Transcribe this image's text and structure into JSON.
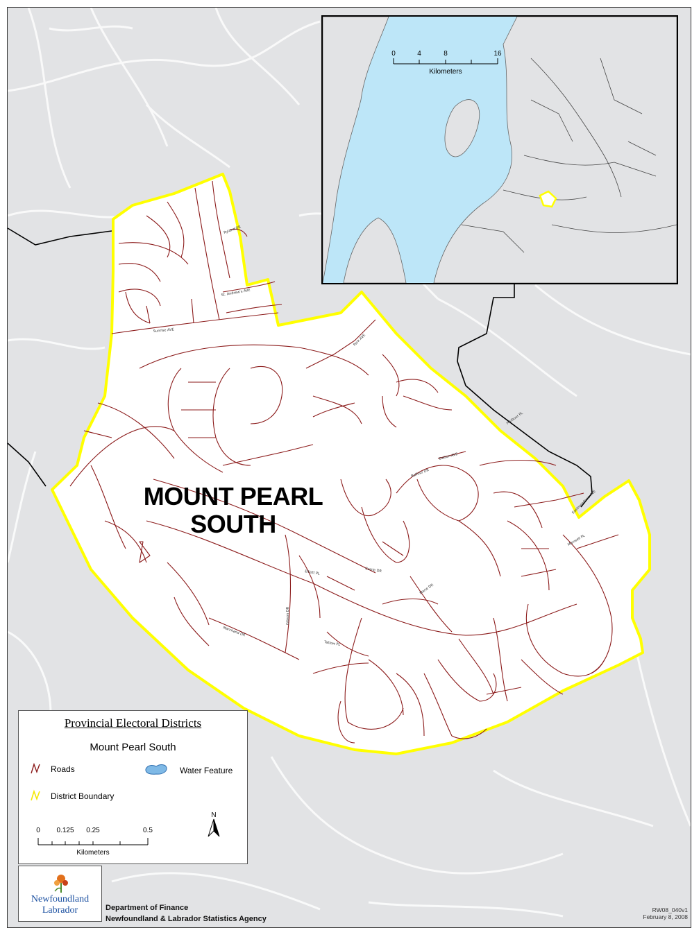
{
  "district_name_line1": "MOUNT PEARL",
  "district_name_line2": "SOUTH",
  "inset": {
    "scale_ticks": [
      "0",
      "4",
      "8",
      "16"
    ],
    "scale_unit": "Kilometers"
  },
  "legend": {
    "title": "Provincial Electoral Districts",
    "subtitle": "Mount Pearl South",
    "items": {
      "roads": "Roads",
      "water": "Water Feature",
      "boundary": "District Boundary"
    },
    "north": "N",
    "scale_ticks": [
      "0",
      "0.125",
      "0.25",
      "0.5"
    ],
    "scale_unit": "Kilometers"
  },
  "logo": {
    "line1": "Newfoundland",
    "line2": "Labrador"
  },
  "footer": {
    "dept_line1": "Department of Finance",
    "dept_line2": "Newfoundland & Labrador Statistics Agency",
    "code": "RW08_040v1",
    "date": "February 8, 2008"
  },
  "road_labels": [
    "Ryland DR",
    "St. Andrew's AVE",
    "Sunrise AVE",
    "Park AVE",
    "Harbour PL",
    "Dalton AVE",
    "Balfour DR",
    "Marie DR",
    "Carrie DR",
    "Gibson DR",
    "Marchand DR",
    "Elliott PL",
    "Tatlow PL",
    "Eastmeadows AVE",
    "Maxwell PL"
  ],
  "colors": {
    "boundary": "#ffff00",
    "roads": "#8b1a1a",
    "water": "#bde6f8",
    "land": "#e2e3e5"
  }
}
